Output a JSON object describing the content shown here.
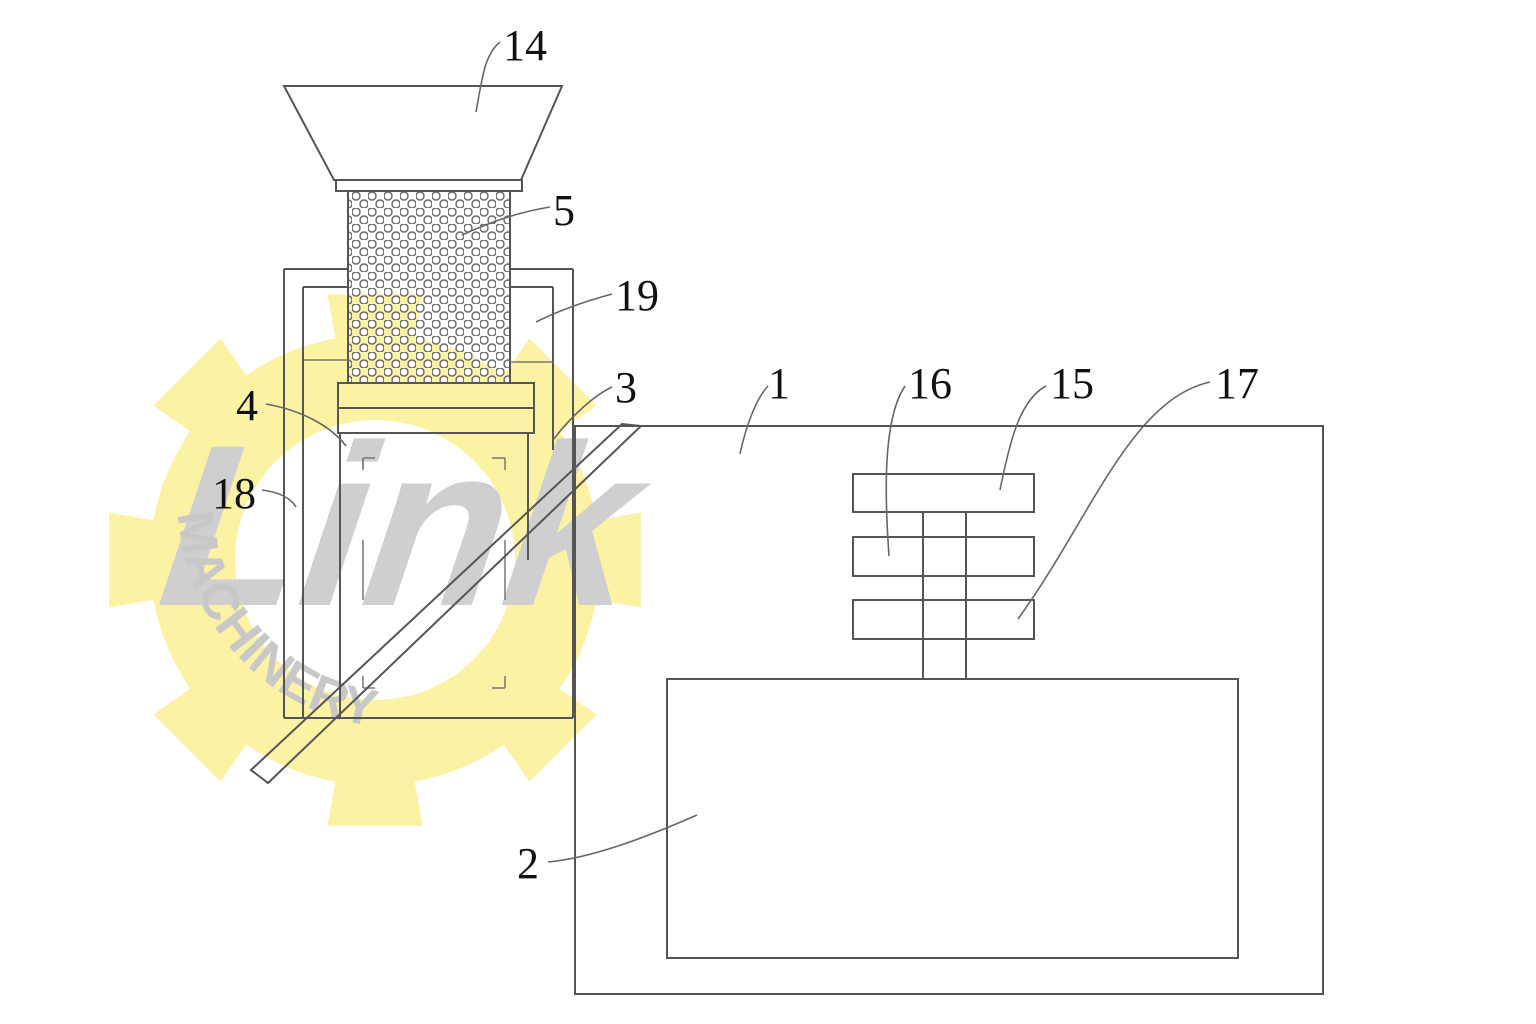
{
  "watermark": {
    "word": "Link",
    "subtext": "MACHINERY",
    "gear_color": "#f7e23a",
    "word_color": "#c7c7c7",
    "subtext_color": "#bfbfbf"
  },
  "colors": {
    "line": "#555555",
    "label": "#111111",
    "background": "#ffffff"
  },
  "labels": {
    "part_1": "1",
    "part_2": "2",
    "part_3": "3",
    "part_4": "4",
    "part_5": "5",
    "part_14": "14",
    "part_15": "15",
    "part_16": "16",
    "part_17": "17",
    "part_18": "18",
    "part_19": "19"
  }
}
